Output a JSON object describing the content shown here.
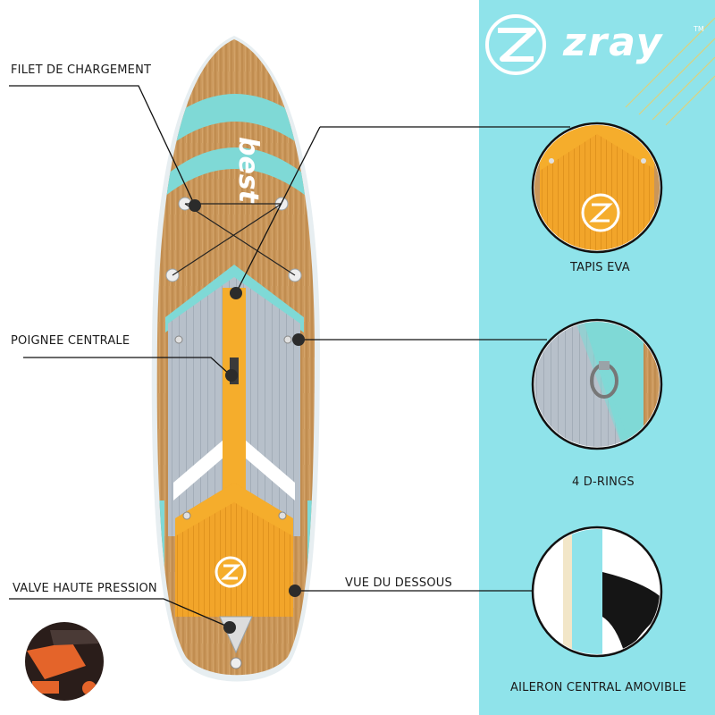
{
  "brand": {
    "name": "zray",
    "tm": "TM"
  },
  "board": {
    "deck_logo": "best"
  },
  "labels": {
    "cargo_net": "FILET DE CHARGEMENT",
    "center_handle": "POIGNEE CENTRALE",
    "valve": "VALVE HAUTE PRESSION",
    "underside": "VUE DU DESSOUS",
    "eva_pad": "TAPIS EVA",
    "d_rings": "4 D-RINGS",
    "fin": "AILERON CENTRAL AMOVIBLE"
  },
  "colors": {
    "panel": "#8fe3ea",
    "wood": "#c9965a",
    "teal": "#7fd9d6",
    "orange": "#f5ad2c",
    "grey_pad": "#b7c0ca",
    "black": "#111111"
  }
}
